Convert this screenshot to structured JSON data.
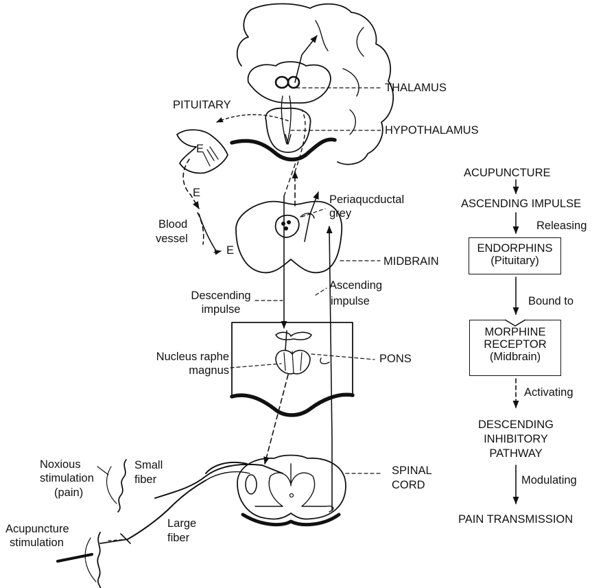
{
  "anatomy_labels": {
    "thalamus": "THALAMUS",
    "pituitary": "PITUITARY",
    "hypothalamus": "HYPOTHALAMUS",
    "endorphin_marker": "E",
    "periaqueductal_1": "Periaqucductal",
    "periaqueductal_2": "grey",
    "blood_vessel_1": "Blood",
    "blood_vessel_2": "vessel",
    "midbrain": "MIDBRAIN",
    "ascending_1": "Ascending",
    "ascending_2": "impulse",
    "descending_1": "Descending",
    "descending_2": "impulse",
    "nucleus_1": "Nucleus raphe",
    "nucleus_2": "magnus",
    "pons": "PONS",
    "noxious_1": "Noxious",
    "noxious_2": "stimulation",
    "noxious_3": "(pain)",
    "small_fiber_1": "Small",
    "small_fiber_2": "fiber",
    "spinal_cord_1": "SPINAL",
    "spinal_cord_2": "CORD",
    "acupuncture_1": "Acupuncture",
    "acupuncture_2": "stimulation",
    "large_fiber_1": "Large",
    "large_fiber_2": "fiber"
  },
  "flowchart": {
    "step1": "ACUPUNCTURE",
    "step2": "ASCENDING IMPULSE",
    "arrow_releasing": "Releasing",
    "box1_line1": "ENDORPHINS",
    "box1_line2": "(Pituitary)",
    "arrow_bound": "Bound to",
    "box2_line1": "MORPHINE",
    "box2_line2": "RECEPTOR",
    "box2_line3": "(Midbrain)",
    "arrow_activating": "Activating",
    "step_desc_1": "DESCENDING",
    "step_desc_2": "INHIBITORY",
    "step_desc_3": "PATHWAY",
    "arrow_modulating": "Modulating",
    "step_final": "PAIN TRANSMISSION"
  }
}
